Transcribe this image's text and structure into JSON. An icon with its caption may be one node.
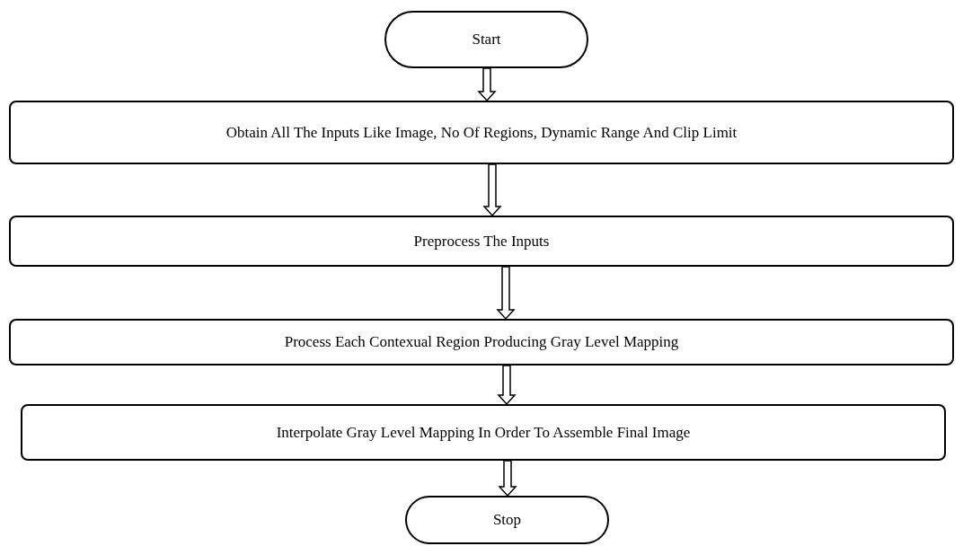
{
  "diagram": {
    "nodes": [
      {
        "text": [
          "Start"
        ]
      },
      {
        "text": [
          "Obtain All The Inputs Like Image, No Of Regions, Dynamic Range And Clip Limit"
        ]
      },
      {
        "text": [
          "Preprocess The Inputs"
        ]
      },
      {
        "text": [
          "Process Each Contexual Region Producing Gray Level Mapping"
        ]
      },
      {
        "text": [
          "Interpolate Gray Level Mapping In Order To Assemble Final Image"
        ]
      },
      {
        "text": [
          "Stop"
        ]
      }
    ],
    "edges": [
      {
        "from": 0,
        "to": 1,
        "arrow": "to"
      },
      {
        "from": 1,
        "to": 2,
        "arrow": "to"
      },
      {
        "from": 2,
        "to": 3,
        "arrow": "to"
      },
      {
        "from": 3,
        "to": 4,
        "arrow": "to"
      },
      {
        "from": 4,
        "to": 5,
        "arrow": "to"
      }
    ]
  }
}
